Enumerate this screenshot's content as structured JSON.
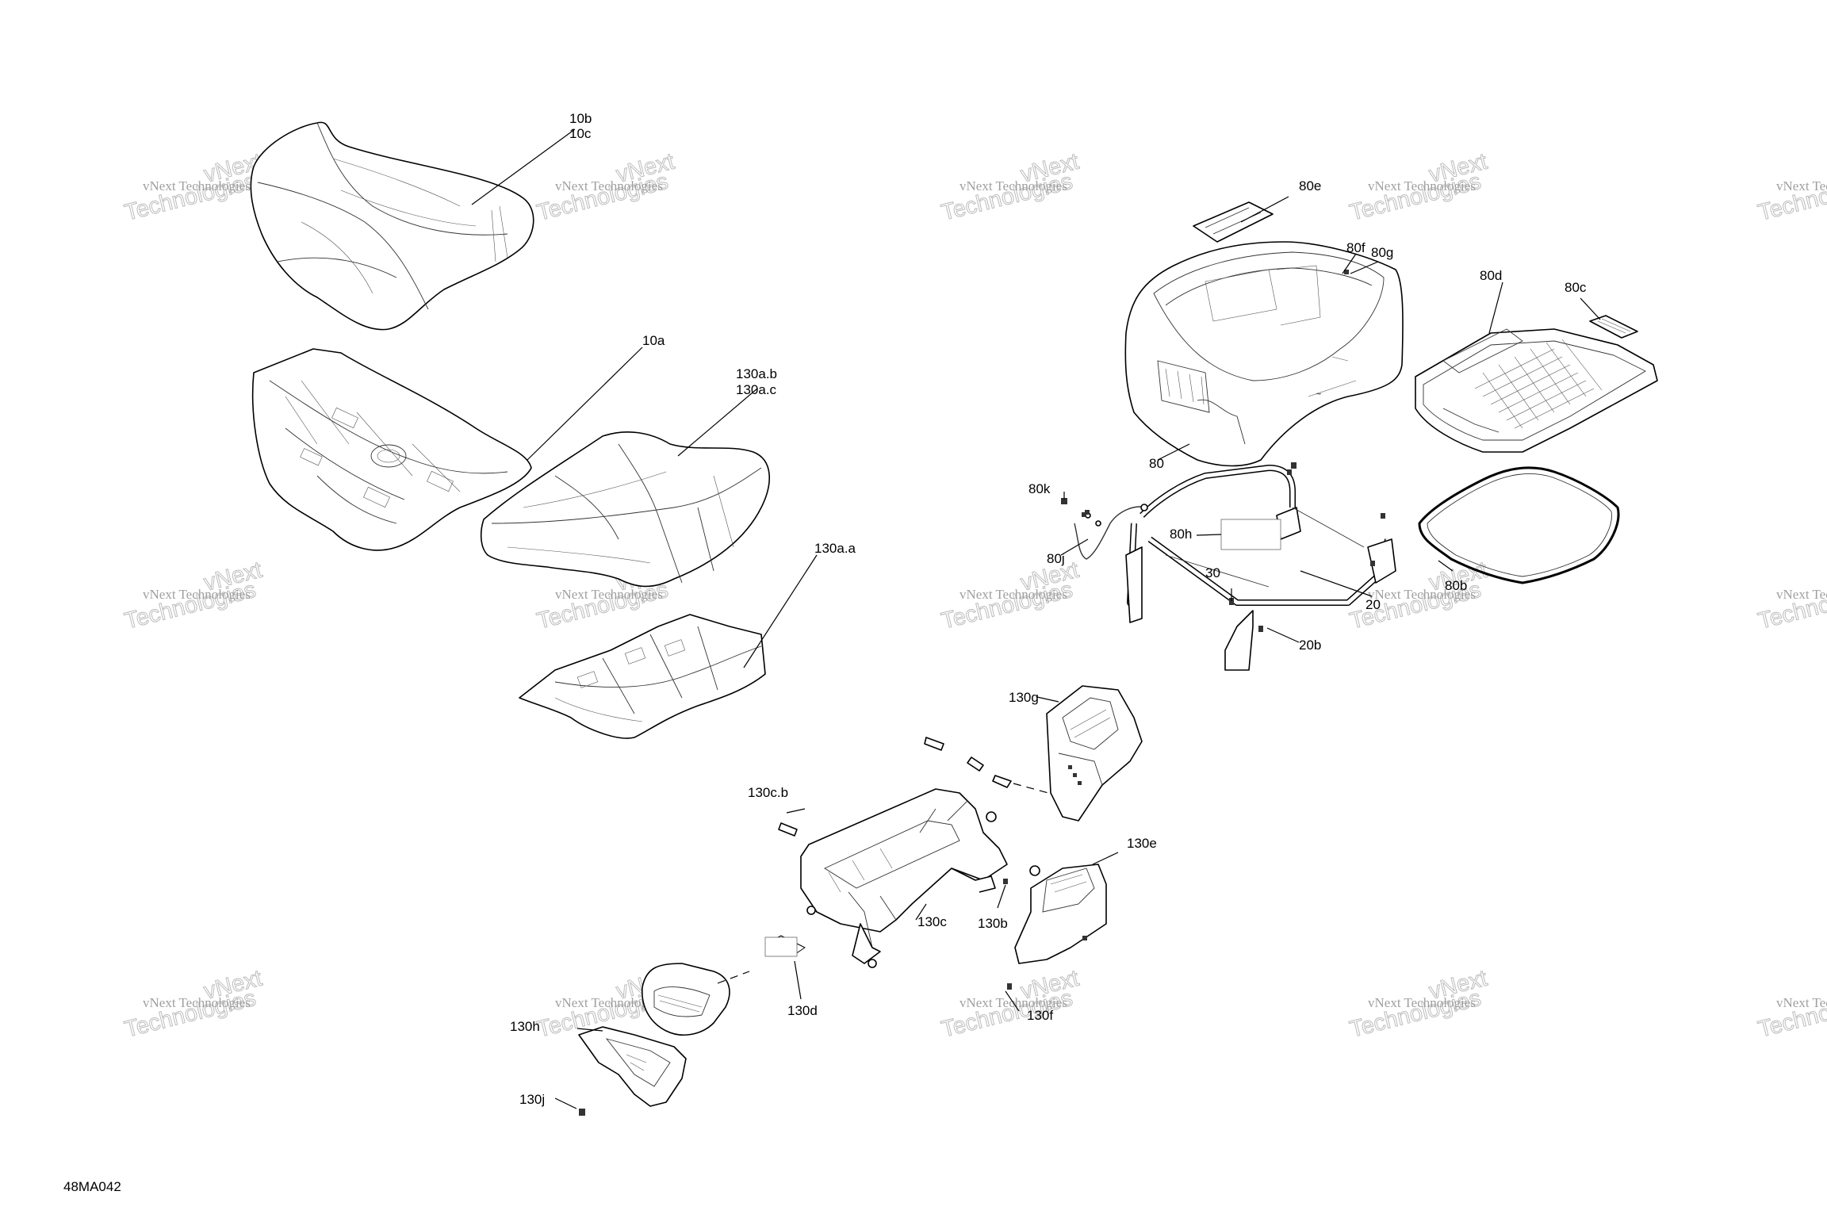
{
  "diagram_code": "48MA042",
  "watermark": {
    "line1": "vNext Technologies",
    "line2": "Technologies",
    "line3": "vNext"
  },
  "callouts": {
    "c10b": "10b",
    "c10c": "10c",
    "c10a": "10a",
    "c130ab": "130a.b",
    "c130ac": "130a.c",
    "c130aa": "130a.a",
    "c80e": "80e",
    "c80f": "80f",
    "c80g": "80g",
    "c80d": "80d",
    "c80c": "80c",
    "c80": "80",
    "c80k": "80k",
    "c80h": "80h",
    "c80j": "80j",
    "c30": "30",
    "c20": "20",
    "c80b": "80b",
    "c20b": "20b",
    "c130g": "130g",
    "c130cb": "130c.b",
    "c130e": "130e",
    "c130c": "130c",
    "c130b": "130b",
    "c130d": "130d",
    "c130f": "130f",
    "c130h": "130h",
    "c130j": "130j"
  }
}
